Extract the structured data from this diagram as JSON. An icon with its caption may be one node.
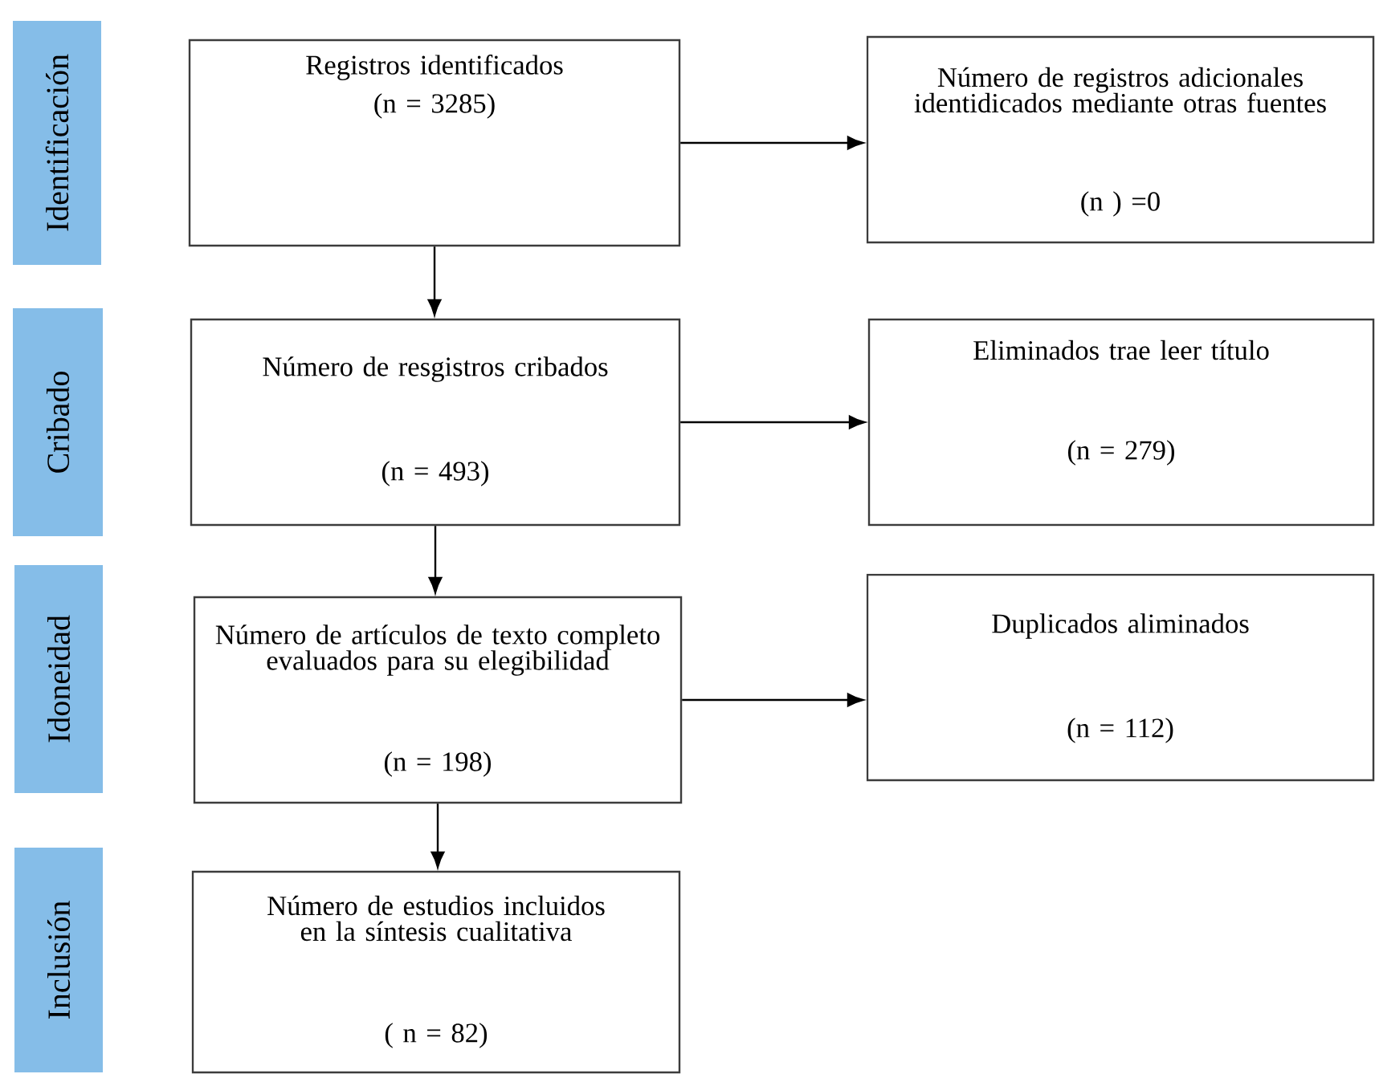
{
  "diagram": {
    "nodes": [
      {
        "text": [
          "Identificación"
        ]
      },
      {
        "text": [
          "Registros identificados",
          "(n = 3285)"
        ]
      },
      {
        "text": [
          "Número de registros adicionales identidicados mediante otras fuentes",
          "(n ) =0"
        ]
      },
      {
        "text": [
          "Cribado"
        ]
      },
      {
        "text": [
          "Número de resgistros cribados",
          "(n =   493)"
        ]
      },
      {
        "text": [
          "Eliminados trae leer título",
          "(n = 279)"
        ]
      },
      {
        "text": [
          "Idoneidad"
        ]
      },
      {
        "text": [
          "Número de artículos de texto completo evaluados para su elegibilidad",
          "(n = 198)"
        ]
      },
      {
        "text": [
          "Duplicados aliminados",
          "(n = 112)"
        ]
      },
      {
        "text": [
          "Inclusión"
        ]
      },
      {
        "text": [
          "Número de estudios incluidos en la síntesis cualitativa",
          "( n = 82)"
        ]
      }
    ],
    "edges": [
      {
        "from": 1,
        "to": 2,
        "arrow": "to"
      },
      {
        "from": 1,
        "to": 4,
        "arrow": "to"
      },
      {
        "from": 4,
        "to": 5,
        "arrow": "to"
      },
      {
        "from": 4,
        "to": 7,
        "arrow": "to"
      },
      {
        "from": 7,
        "to": 8,
        "arrow": "to"
      },
      {
        "from": 7,
        "to": 10,
        "arrow": "to"
      }
    ]
  }
}
